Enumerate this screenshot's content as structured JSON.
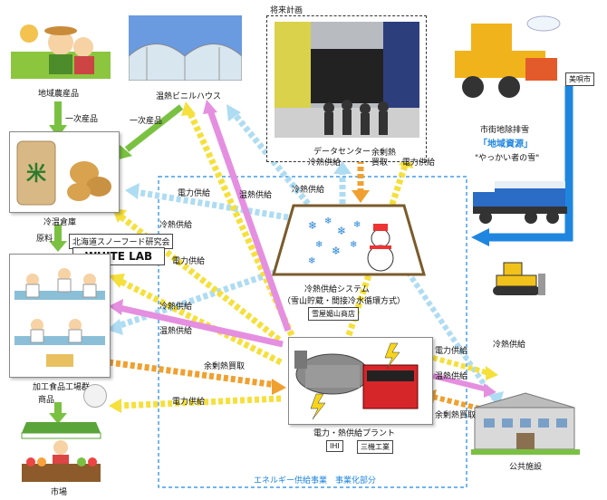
{
  "nodes": {
    "farm": {
      "label": "地域農産品"
    },
    "greenhouse": {
      "label": "温熱ビニルハウス"
    },
    "future": {
      "header": "将来計画",
      "label": "データセンター"
    },
    "snow": {
      "label": "市街地除排雪",
      "resource": "「地域資源」",
      "nickname": "\"やっかい者の雪\"",
      "city": "美唄市"
    },
    "cold_storage": {
      "label": "冷温倉庫",
      "rice_char": "米"
    },
    "lab": {
      "institute": "北海道スノーフード研究会",
      "name": "WHITE LAB"
    },
    "cooling": {
      "line1": "冷熱供給システム",
      "line2": "（雪山貯蔵・間接冷水循環方式）",
      "company": "雪屋媚山商店"
    },
    "factory": {
      "label": "加工食品工場群"
    },
    "plant": {
      "label": "電力・熱供給プラント",
      "partner1": "IHI",
      "partner2": "三機工業"
    },
    "public": {
      "label": "公共施設"
    },
    "market": {
      "label": "市場"
    }
  },
  "flows": {
    "primary1": "一次産品",
    "primary2": "一次産品",
    "raw": "原料",
    "goods": "商品",
    "power_storage": "電力供給",
    "cool_storage": "冷熱供給",
    "heat_greenhouse": "温熱供給",
    "cool_greenhouse": "冷熱供給",
    "cool_dc": "冷熱供給",
    "surplus_dc": "余剰熱買取",
    "power_dc": "電力供給",
    "power_factory1": "電力供給",
    "cool_factory": "冷熱供給",
    "heat_factory": "温熱供給",
    "surplus_factory": "余剰熱買取",
    "power_factory2": "電力供給",
    "cool_public": "冷熱供給",
    "power_public": "電力供給",
    "heat_public": "温熱供給",
    "surplus_public": "余剰熱買取"
  },
  "footer": {
    "label": "エネルギー供給事業　事業化部分"
  },
  "colors": {
    "green": "#7ac142",
    "yellow": "#f5e03c",
    "pink": "#e58fe0",
    "lightblue": "#aedcf2",
    "orange": "#f0a030",
    "blue": "#1f86e0"
  }
}
